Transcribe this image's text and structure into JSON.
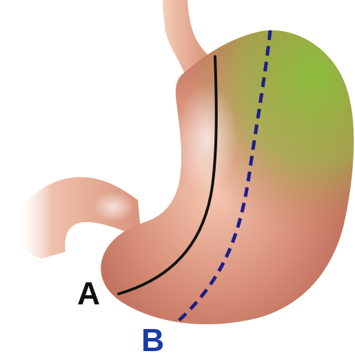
{
  "labels": {
    "a": {
      "text": "A",
      "color": "#111111"
    },
    "b": {
      "text": "B",
      "color": "#1a3aa6"
    }
  },
  "colors": {
    "stomach_base": "#c96f5c",
    "stomach_highlight": "#f2c2ad",
    "fundus_green": "#7fae38",
    "line_a": "#111111",
    "line_b": "#1e1f8c",
    "esophagus": "#e3a88f",
    "background": "#ffffff"
  },
  "lines": [
    {
      "label": "A",
      "style": "solid"
    },
    {
      "label": "B",
      "style": "dashed"
    }
  ]
}
